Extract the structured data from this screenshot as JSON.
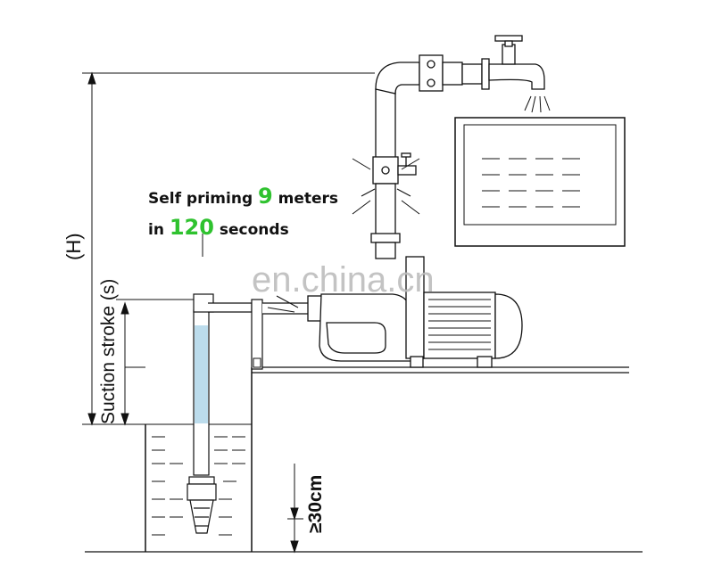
{
  "annotation": {
    "line1_prefix": "Self priming ",
    "line1_value": "9",
    "line1_suffix": " meters",
    "line2_prefix": "in ",
    "line2_value": "120",
    "line2_suffix": " seconds"
  },
  "labels": {
    "head": "(H)",
    "suction_stroke": "Suction stroke (s)",
    "min_depth": "≥30cm"
  },
  "watermark": "en.china.cn",
  "colors": {
    "line": "#111111",
    "water_in_pipe": "#bcdcec",
    "highlight_number": "#2fc22f"
  }
}
